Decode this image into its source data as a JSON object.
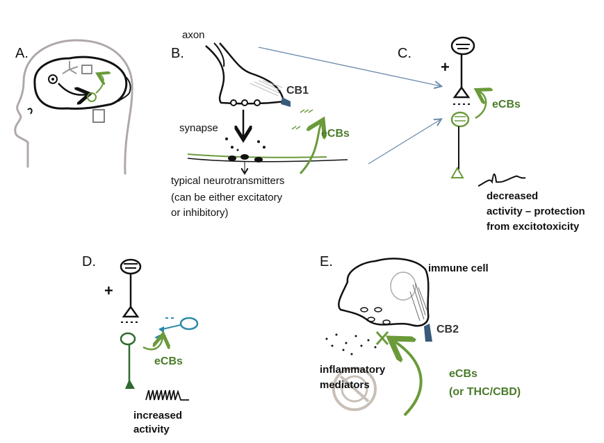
{
  "panels": {
    "a": {
      "label": "A."
    },
    "b": {
      "label": "B.",
      "axon": "axon",
      "receptor": "CB1",
      "synapse": "synapse",
      "ecbs": "eCBs",
      "neurotransmitters": [
        "typical neurotransmitters",
        "(can be either excitatory",
        "or inhibitory)"
      ]
    },
    "c": {
      "label": "C.",
      "plus": "+",
      "ecbs": "eCBs",
      "caption": [
        "decreased",
        "activity – protection",
        "from excitotoxicity"
      ]
    },
    "d": {
      "label": "D.",
      "plus": "+",
      "ecbs": "eCBs",
      "caption": [
        "increased",
        "activity"
      ]
    },
    "e": {
      "label": "E.",
      "immune_cell": "immune cell",
      "receptor": "CB2",
      "mediators": [
        "inflammatory",
        "mediators"
      ],
      "ecbs": "eCBs",
      "ecbs_alt": "(or THC/CBD)"
    }
  },
  "colors": {
    "green": "#6a9a3a",
    "dark_green": "#2e6a2e",
    "receptor_blue": "#3a5a7a",
    "arrow_blue": "#6a8aaa",
    "teal": "#2a8aa8",
    "head_outline": "#b0a8a8"
  }
}
